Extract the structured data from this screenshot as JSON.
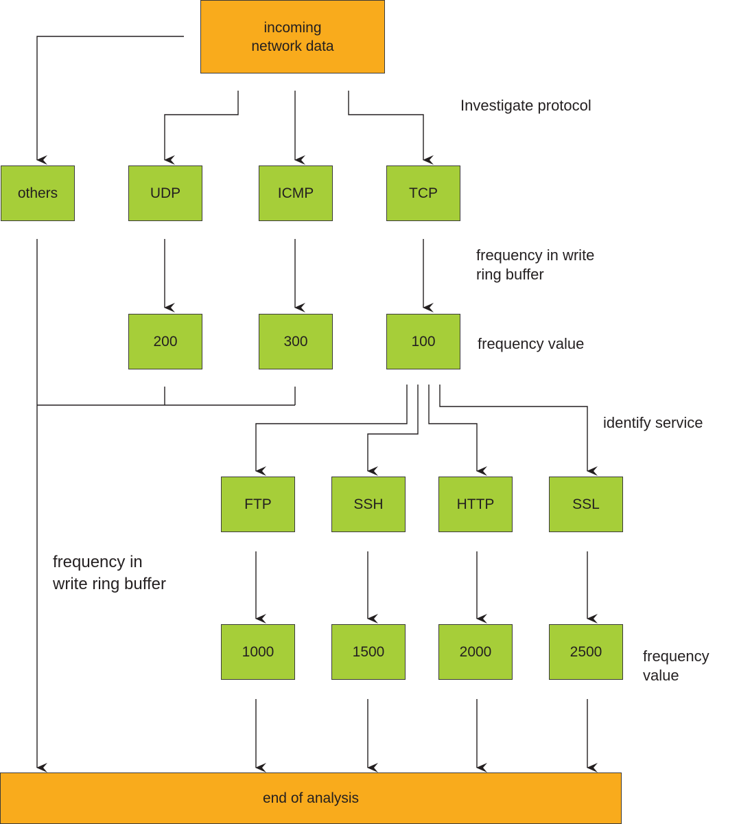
{
  "nodes": {
    "incoming": "incoming\nnetwork data",
    "others": "others",
    "udp": "UDP",
    "icmp": "ICMP",
    "tcp": "TCP",
    "udp_freq": "200",
    "icmp_freq": "300",
    "tcp_freq": "100",
    "ftp": "FTP",
    "ssh": "SSH",
    "http": "HTTP",
    "ssl": "SSL",
    "ftp_freq": "1000",
    "ssh_freq": "1500",
    "http_freq": "2000",
    "ssl_freq": "2500",
    "end": "end of analysis"
  },
  "labels": {
    "investigate_protocol": "Investigate protocol",
    "frequency_write_tcp": "frequency in write\nring buffer",
    "frequency_value_tcp": "frequency value",
    "identify_service": "identify service",
    "frequency_write_left": "frequency in\nwrite ring buffer",
    "frequency_value_services": "frequency value"
  },
  "colors": {
    "process_box": "#a6ce39",
    "terminal_box": "#f9ab1c",
    "line": "#231f20"
  }
}
